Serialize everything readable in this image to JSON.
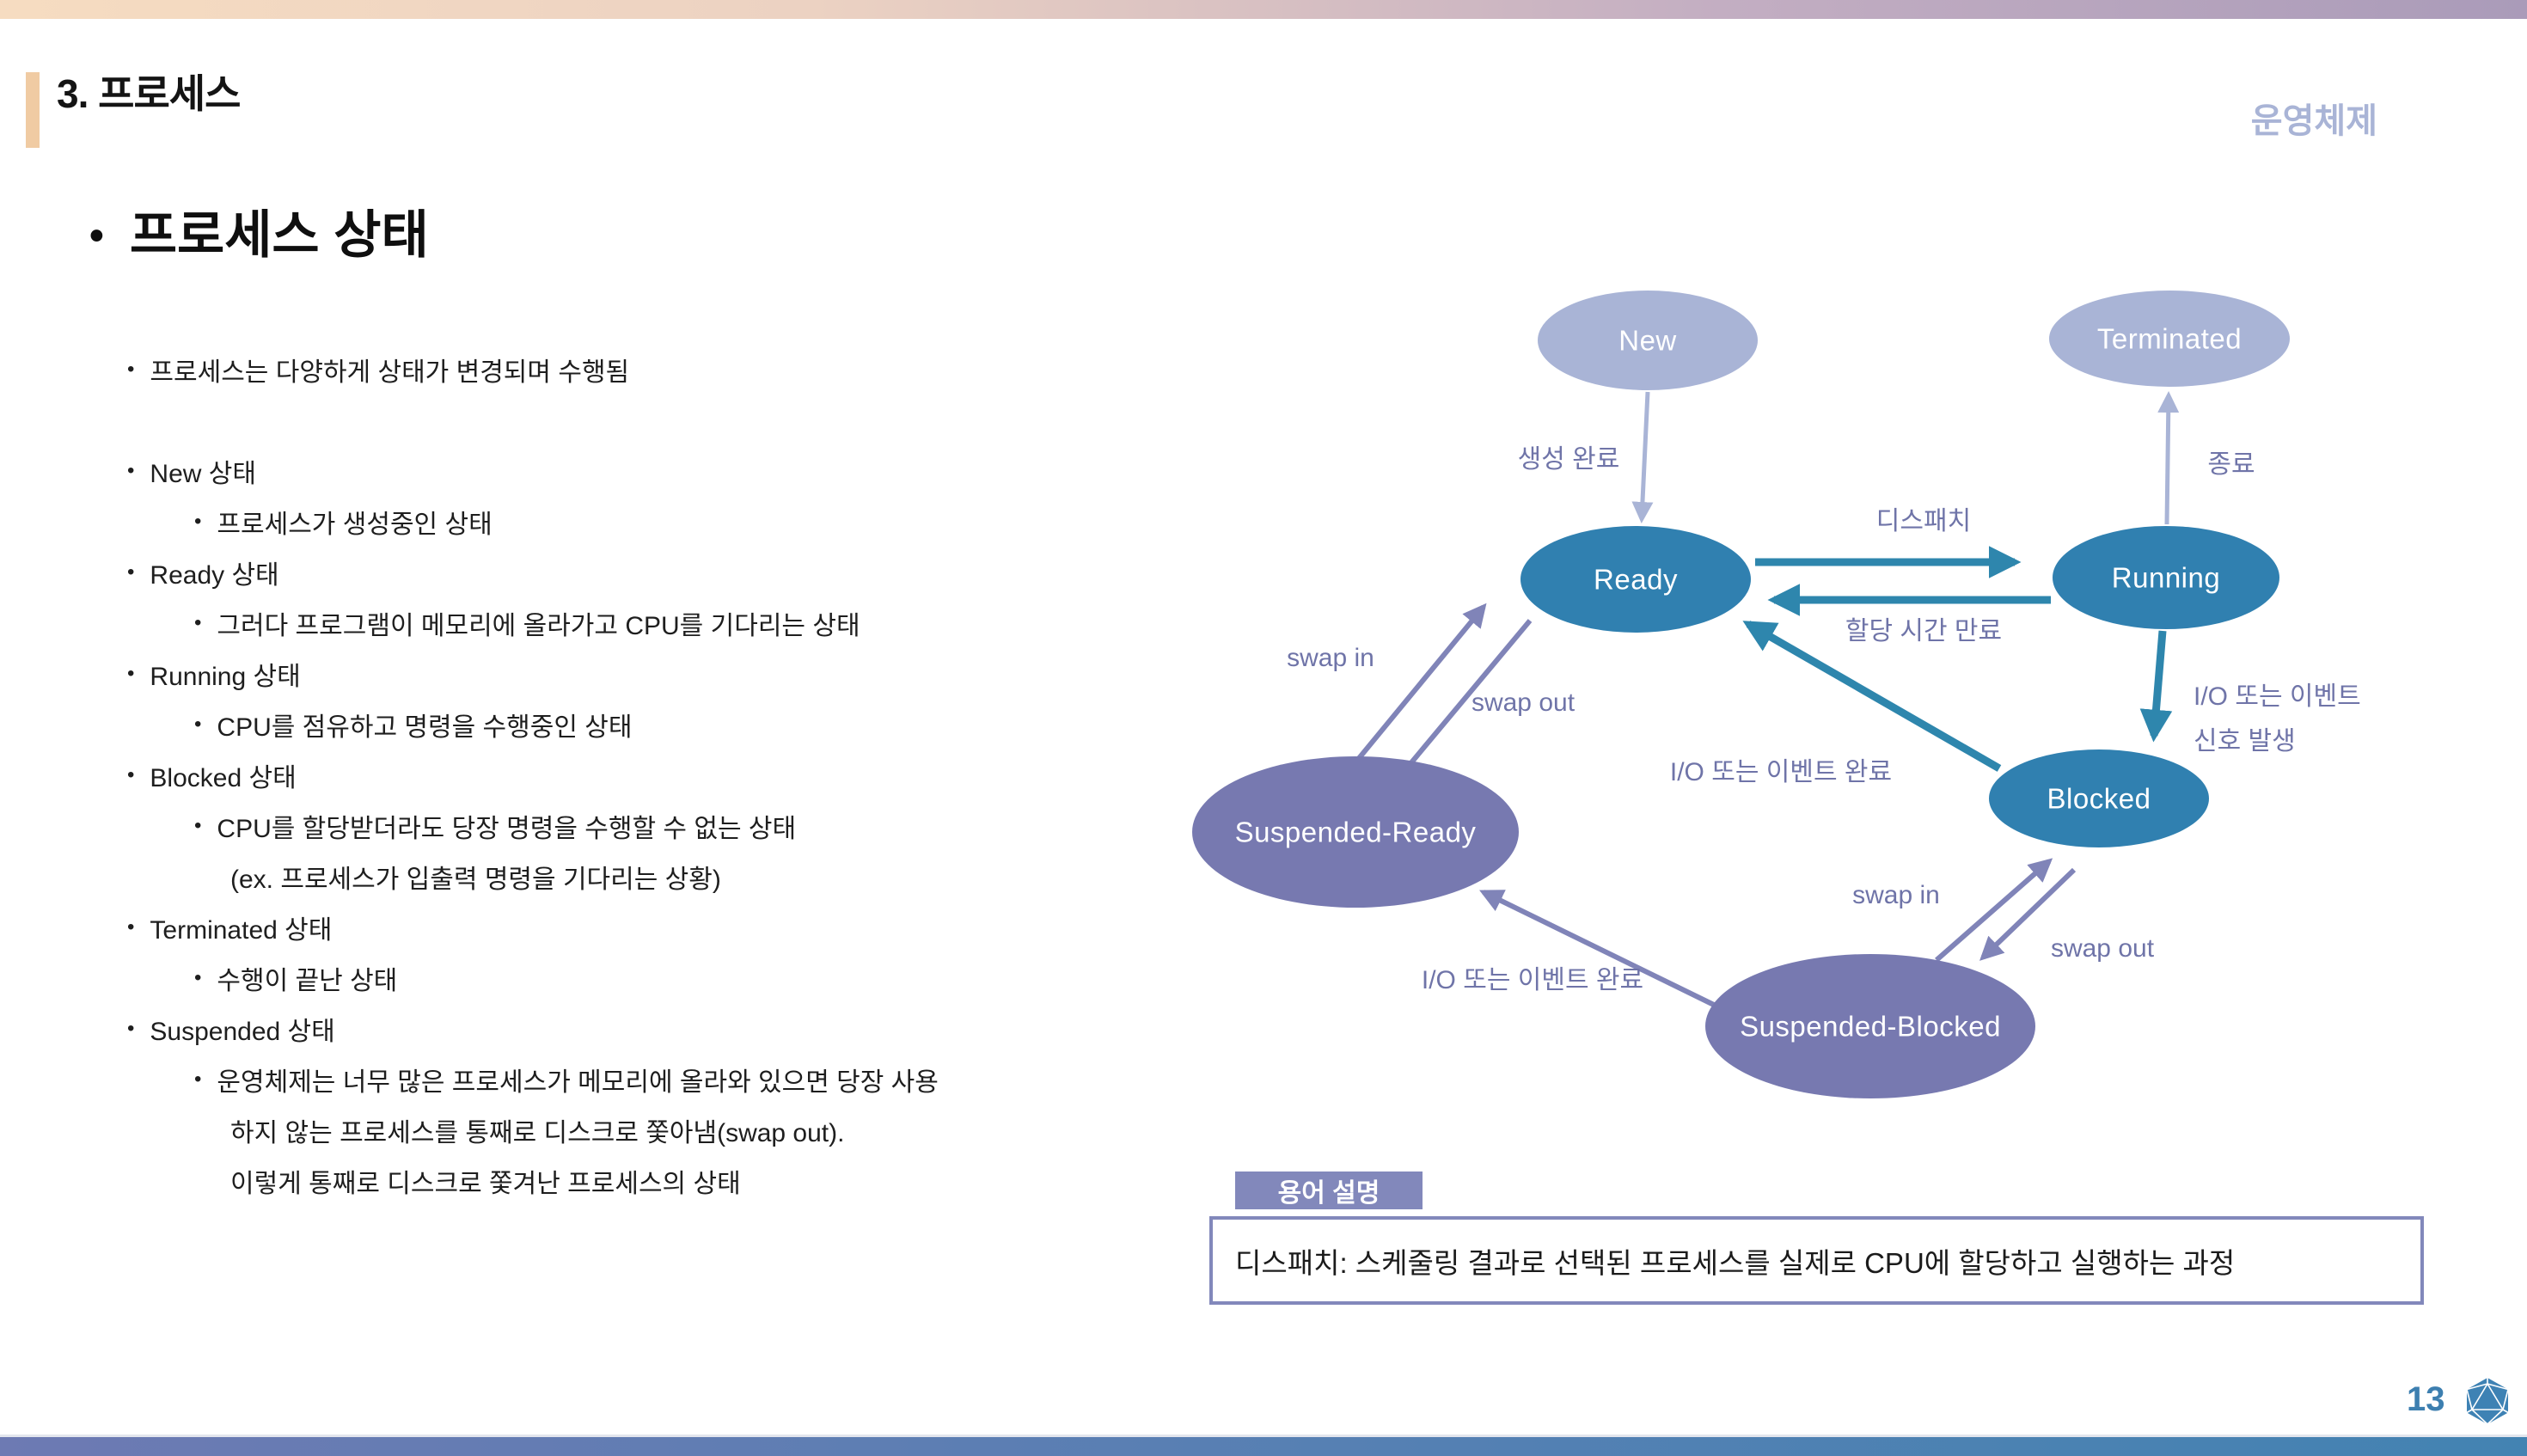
{
  "header": {
    "section_title": "3. 프로세스",
    "corner_label": "운영체제"
  },
  "heading": "프로세스 상태",
  "bullets": {
    "rows": [
      {
        "text": "프로세스는 다양하게 상태가 변경되며 수행됨"
      },
      {
        "text": "New 상태"
      },
      {
        "text": "프로세스가 생성중인 상태"
      },
      {
        "text": "Ready 상태"
      },
      {
        "text": "그러다 프로그램이 메모리에 올라가고 CPU를 기다리는 상태"
      },
      {
        "text": "Running 상태"
      },
      {
        "text": "CPU를 점유하고 명령을 수행중인 상태"
      },
      {
        "text": "Blocked 상태"
      },
      {
        "text": "CPU를 할당받더라도 당장 명령을 수행할 수 없는 상태"
      },
      {
        "text": "(ex. 프로세스가 입출력 명령을 기다리는 상황)"
      },
      {
        "text": "Terminated 상태"
      },
      {
        "text": "수행이 끝난 상태"
      },
      {
        "text": "Suspended 상태"
      },
      {
        "text": "운영체제는 너무 많은 프로세스가 메모리에 올라와 있으면 당장 사용"
      },
      {
        "text": "하지 않는 프로세스를 통째로 디스크로 쫓아냄(swap out)."
      },
      {
        "text": "이렇게 통째로 디스크로 쫓겨난 프로세스의 상태"
      }
    ]
  },
  "diagram": {
    "nodes": {
      "new": {
        "label": "New"
      },
      "terminated": {
        "label": "Terminated"
      },
      "ready": {
        "label": "Ready"
      },
      "running": {
        "label": "Running"
      },
      "blocked": {
        "label": "Blocked"
      },
      "suspended_ready": {
        "label": "Suspended-Ready"
      },
      "suspended_blocked": {
        "label": "Suspended-Blocked"
      }
    },
    "edge_labels": {
      "creation_done": "생성 완료",
      "exit": "종료",
      "dispatch": "디스패치",
      "quantum_expired": "할당 시간 만료",
      "io_event_signal_line1": "I/O 또는 이벤트",
      "io_event_signal_line2": "신호 발생",
      "io_event_done_mid": "I/O 또는 이벤트 완료",
      "swap_in_left": "swap in",
      "swap_out_left": "swap out",
      "swap_in_right": "swap in",
      "swap_out_right": "swap out",
      "io_event_done_bottom": "I/O 또는 이벤트 완료"
    },
    "colors": {
      "light_node": "#a9b4d6",
      "teal_node": "#3080b0",
      "purple_node": "#7779b0",
      "light_arrow": "#a9b4d6",
      "teal_arrow": "#2e86ad",
      "purple_arrow": "#8084b8",
      "label_text": "#6f74a8"
    }
  },
  "glossary": {
    "tab_label": "용어 설명",
    "text": "디스패치: 스케줄링 결과로 선택된 프로세스를 실제로 CPU에 할당하고 실행하는 과정"
  },
  "footer": {
    "page_number": "13",
    "accent_color": "#3d7fb0"
  }
}
